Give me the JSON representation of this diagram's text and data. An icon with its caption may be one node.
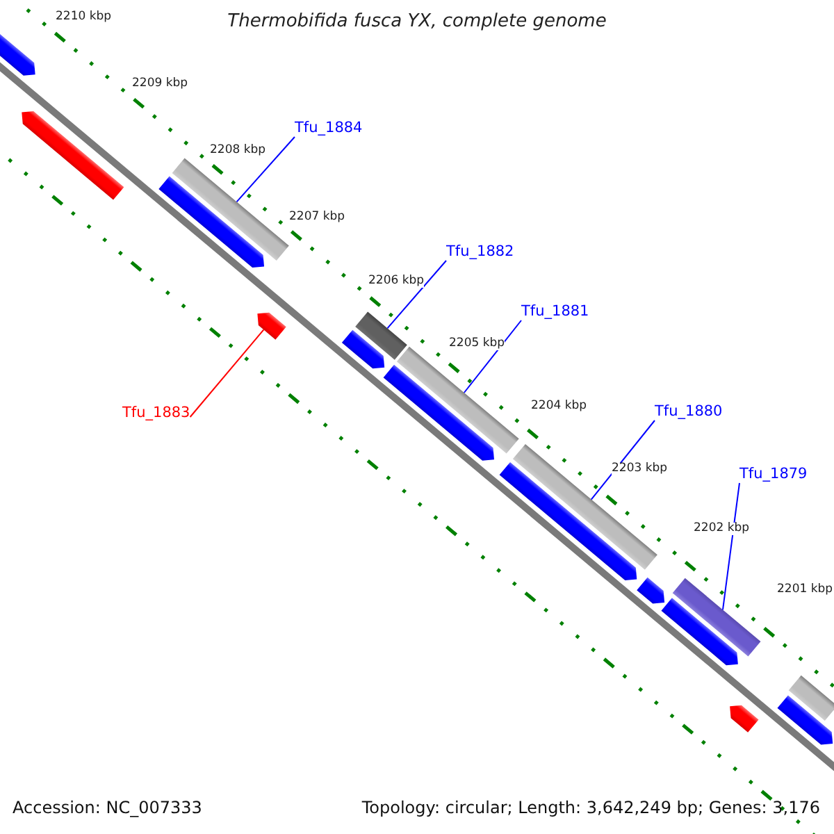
{
  "diagram": {
    "title": "Thermobifida fusca YX, complete genome",
    "nodes": [
      {
        "text": [],
        "shape": "pentagon"
      },
      {
        "text": [],
        "shape": "pentagon"
      },
      {
        "text": [
          "Tfu_1884"
        ]
      },
      {
        "text": [],
        "shape": "bar"
      },
      {
        "text": [],
        "shape": "pentagon"
      },
      {
        "text": [
          "Tfu_1883"
        ]
      },
      {
        "text": [],
        "shape": "pentagon"
      },
      {
        "text": [
          "Tfu_1882"
        ]
      },
      {
        "text": [],
        "shape": "bar"
      },
      {
        "text": [],
        "shape": "pentagon"
      },
      {
        "text": [
          "Tfu_1881"
        ]
      },
      {
        "text": [],
        "shape": "bar"
      },
      {
        "text": [],
        "shape": "pentagon"
      },
      {
        "text": [
          "Tfu_1880"
        ]
      },
      {
        "text": [],
        "shape": "bar"
      },
      {
        "text": [],
        "shape": "pentagon"
      },
      {
        "text": [],
        "shape": "pentagon"
      },
      {
        "text": [
          "Tfu_1879"
        ]
      },
      {
        "text": [],
        "shape": "bar"
      },
      {
        "text": [],
        "shape": "pentagon"
      },
      {
        "text": [],
        "shape": "pentagon"
      },
      {
        "text": [],
        "shape": "bar"
      },
      {
        "text": [],
        "shape": "pentagon"
      }
    ],
    "edges": [
      {
        "from": 2,
        "to": 3,
        "arrow": "none"
      },
      {
        "from": 5,
        "to": 6,
        "arrow": "none",
        "color": "#ff0000"
      },
      {
        "from": 7,
        "to": 8,
        "arrow": "none"
      },
      {
        "from": 10,
        "to": 11,
        "arrow": "none"
      },
      {
        "from": 13,
        "to": 14,
        "arrow": "none"
      },
      {
        "from": 17,
        "to": 18,
        "arrow": "none"
      }
    ],
    "labels": [
      "2210 kbp",
      "2209 kbp",
      "2208 kbp",
      "2207 kbp",
      "2206 kbp",
      "2205 kbp",
      "2204 kbp",
      "2203 kbp",
      "2202 kbp",
      "2201 kbp",
      "Accession: NC_007333",
      "Topology: circular; Length: 3,642,249 bp; Genes: 3,176"
    ]
  }
}
